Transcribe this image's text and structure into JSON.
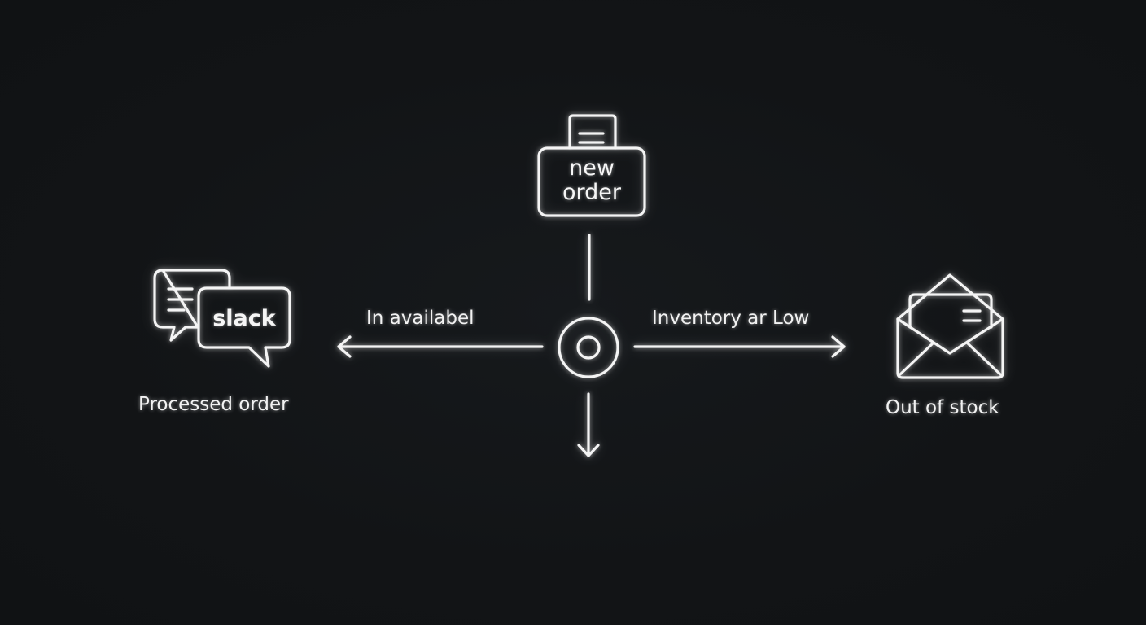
{
  "nodes": {
    "new_order": {
      "icon": "order-box-icon",
      "label_line1": "new",
      "label_line2": "order"
    },
    "slack": {
      "icon": "slack-chat-icon",
      "icon_text": "slack",
      "caption": "Processed order"
    },
    "email": {
      "icon": "envelope-icon",
      "caption": "Out of stock"
    },
    "hub": {
      "icon": "decision-hub-icon"
    }
  },
  "edges": {
    "left": {
      "label": "In availabel"
    },
    "right": {
      "label": "Inventory ar Low"
    }
  },
  "colors": {
    "background": "#121416",
    "stroke": "#f4f4f4"
  }
}
